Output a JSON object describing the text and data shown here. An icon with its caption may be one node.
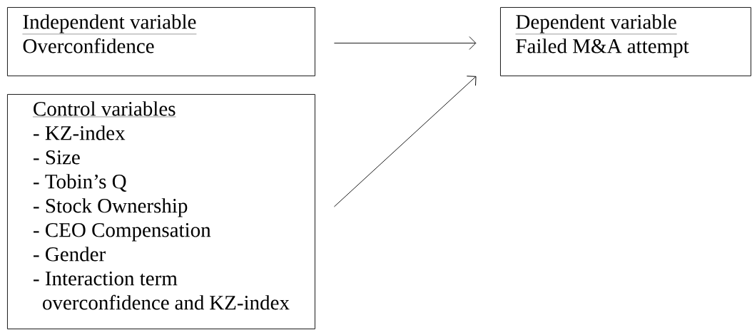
{
  "diagram": {
    "nodes": [
      {
        "text": [
          "Independent variable",
          "Overconfidence"
        ]
      },
      {
        "text": [
          "Dependent variable",
          "Failed M&A attempt"
        ]
      },
      {
        "text": [
          "Control variables",
          "- KZ-index",
          "- Size",
          "- Tobin’s Q",
          "- Stock Ownership",
          "- CEO Compensation",
          "- Gender",
          "- Interaction term overconfidence and KZ-index"
        ]
      }
    ],
    "edges": [
      {
        "from": 0,
        "to": 1,
        "arrow": "to"
      },
      {
        "from": 2,
        "to": 1,
        "arrow": "to"
      }
    ]
  }
}
